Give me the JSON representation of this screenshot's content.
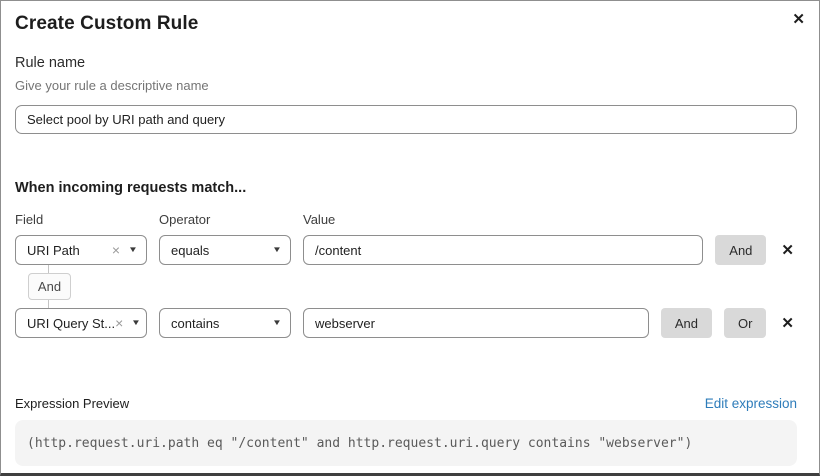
{
  "dialog": {
    "title": "Create Custom Rule"
  },
  "icons": {
    "close": "✕",
    "clear": "×",
    "caret": "▼",
    "remove": "✕"
  },
  "rule_name": {
    "label": "Rule name",
    "helper": "Give your rule a descriptive name",
    "value": "Select pool by URI path and query"
  },
  "matcher": {
    "heading": "When incoming requests match...",
    "columns": {
      "field": "Field",
      "operator": "Operator",
      "value": "Value"
    },
    "connector": "And",
    "rows": [
      {
        "field": "URI Path",
        "operator": "equals",
        "value": "/content",
        "and": "And"
      },
      {
        "field": "URI Query St...",
        "operator": "contains",
        "value": "webserver",
        "and": "And",
        "or": "Or"
      }
    ]
  },
  "expression": {
    "label": "Expression Preview",
    "edit_link": "Edit expression",
    "code": "(http.request.uri.path eq \"/content\" and http.request.uri.query contains \"webserver\")"
  },
  "colors": {
    "link_blue": "#2e7cba",
    "button_gray": "#d9d9d9",
    "code_background": "#f4f4f4",
    "border_gray": "#8e8e8e"
  }
}
